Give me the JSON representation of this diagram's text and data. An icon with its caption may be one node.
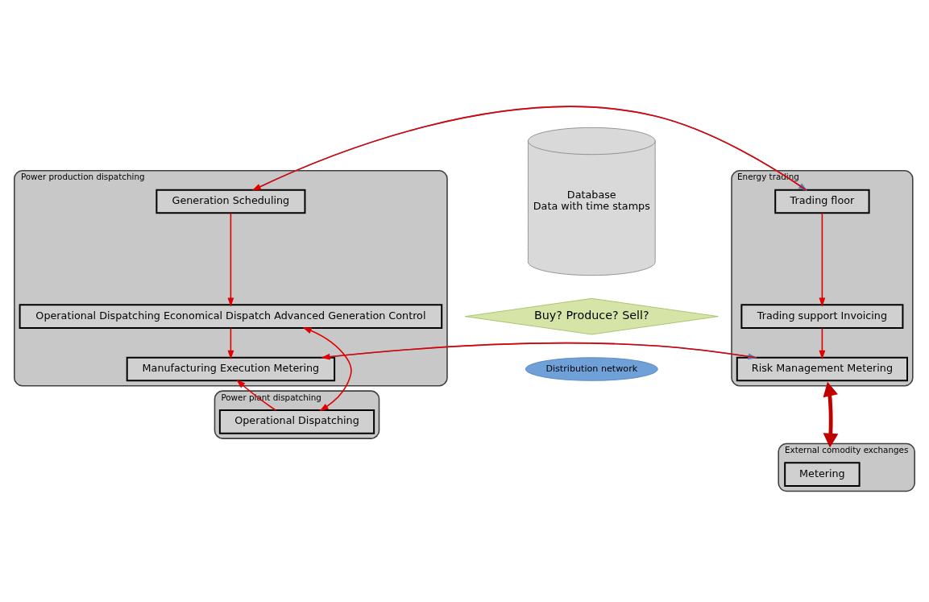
{
  "diagram": {
    "nodes": [
      {
        "text": [
          "Power production dispatching"
        ]
      },
      {
        "text": [
          "Generation Scheduling"
        ],
        "in": 0
      },
      {
        "text": [
          "Operational Dispatching Economical Dispatch Advanced Generation Control"
        ],
        "in": 0
      },
      {
        "text": [
          "Manufacturing Execution Metering"
        ],
        "in": 0
      },
      {
        "text": [
          "Database",
          "Data with time stamps"
        ]
      },
      {
        "text": [
          "Energy trading"
        ]
      },
      {
        "text": [
          "Trading floor"
        ],
        "in": 5
      },
      {
        "text": [
          "Trading support Invoicing"
        ],
        "in": 5
      },
      {
        "text": [
          "Risk Management Metering"
        ],
        "in": 5
      },
      {
        "text": [
          "Power plant dispatching"
        ]
      },
      {
        "text": [
          "Operational Dispatching"
        ],
        "in": 9
      },
      {
        "text": [
          "Buy? Produce? Sell?"
        ]
      },
      {
        "text": [
          "Distribution network"
        ]
      },
      {
        "text": [
          "External comodity exchanges"
        ]
      },
      {
        "text": [
          "Metering"
        ],
        "in": 13
      }
    ],
    "edges": [
      {
        "from": 1,
        "to": 6,
        "arrow": "to",
        "color": "#4f81bd"
      },
      {
        "from": 6,
        "to": 1,
        "arrow": "to"
      },
      {
        "from": 1,
        "to": 2,
        "arrow": "to"
      },
      {
        "from": 2,
        "to": 3,
        "arrow": "to"
      },
      {
        "from": 3,
        "to": 8,
        "arrow": "to",
        "color": "#4f81bd"
      },
      {
        "from": 8,
        "to": 3,
        "arrow": "to"
      },
      {
        "from": 6,
        "to": 7,
        "arrow": "to"
      },
      {
        "from": 7,
        "to": 8,
        "arrow": "to"
      },
      {
        "from": 10,
        "to": 2,
        "arrow": "both"
      },
      {
        "from": 10,
        "to": 3,
        "arrow": "to"
      },
      {
        "from": 5,
        "to": 13,
        "arrow": "both",
        "style": "thick",
        "color": "#c00000"
      }
    ]
  }
}
